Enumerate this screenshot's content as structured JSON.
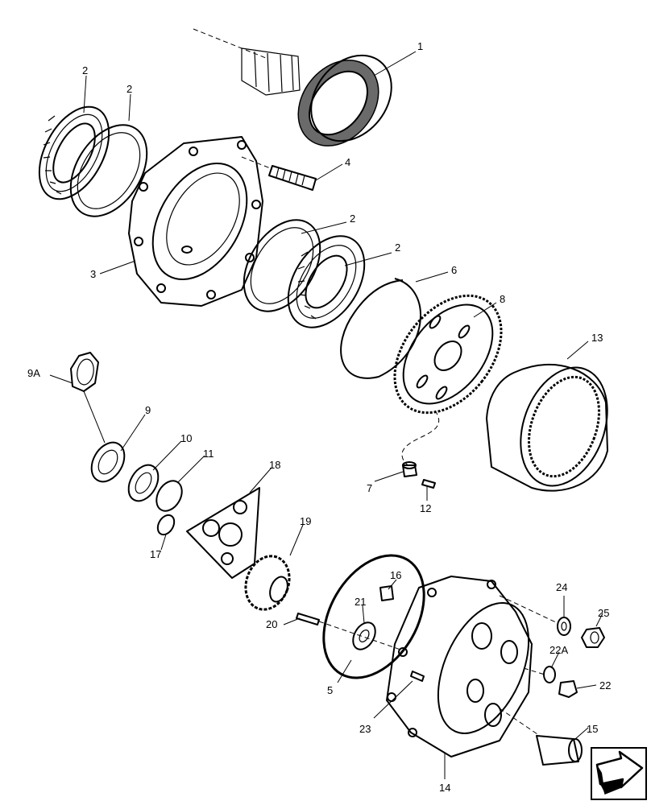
{
  "labels": {
    "p1": "1",
    "p2a": "2",
    "p2b": "2",
    "p2c": "2",
    "p2d": "2",
    "p3": "3",
    "p4": "4",
    "p5": "5",
    "p6": "6",
    "p7": "7",
    "p8": "8",
    "p9": "9",
    "p9a": "9A",
    "p10": "10",
    "p11": "11",
    "p12": "12",
    "p13": "13",
    "p14": "14",
    "p15": "15",
    "p16": "16",
    "p17": "17",
    "p18": "18",
    "p19": "19",
    "p20": "20",
    "p21": "21",
    "p22": "22",
    "p22a": "22A",
    "p23": "23",
    "p24": "24",
    "p25": "25"
  },
  "nav": {
    "icon": "next-page-arrow-icon"
  }
}
